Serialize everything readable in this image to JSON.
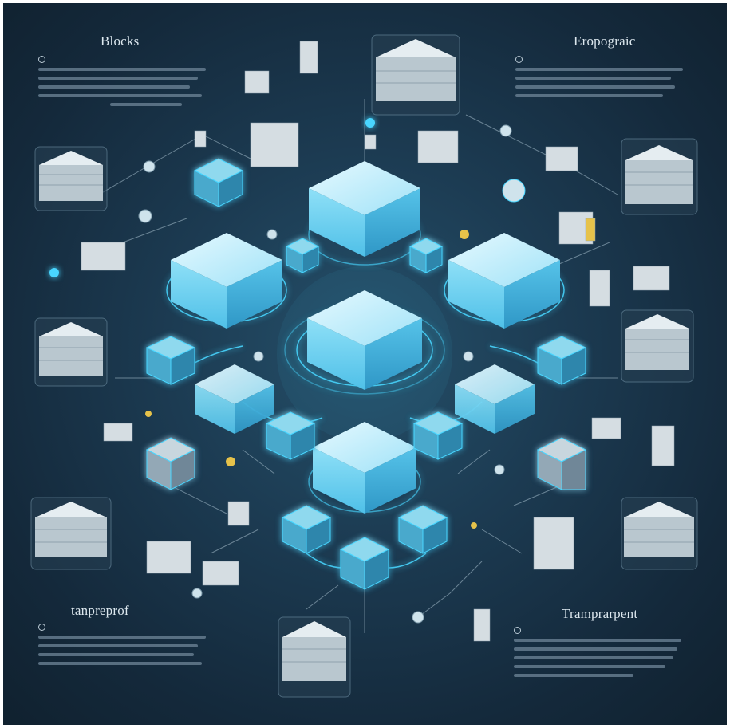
{
  "corners": {
    "top_left": {
      "title": "Blocks"
    },
    "top_right": {
      "title": "Eropograic"
    },
    "bottom_left": {
      "title": "tanpreprof"
    },
    "bottom_right": {
      "title": "Tramprarpent"
    }
  },
  "colors": {
    "background": "#1c3b52",
    "block_top": "#c9f1ff",
    "block_left": "#72d3f0",
    "block_right": "#3fb3de",
    "glow": "#48d6ff",
    "gold": "#e6c24a"
  },
  "icons": [
    "circle-dot-icon"
  ]
}
